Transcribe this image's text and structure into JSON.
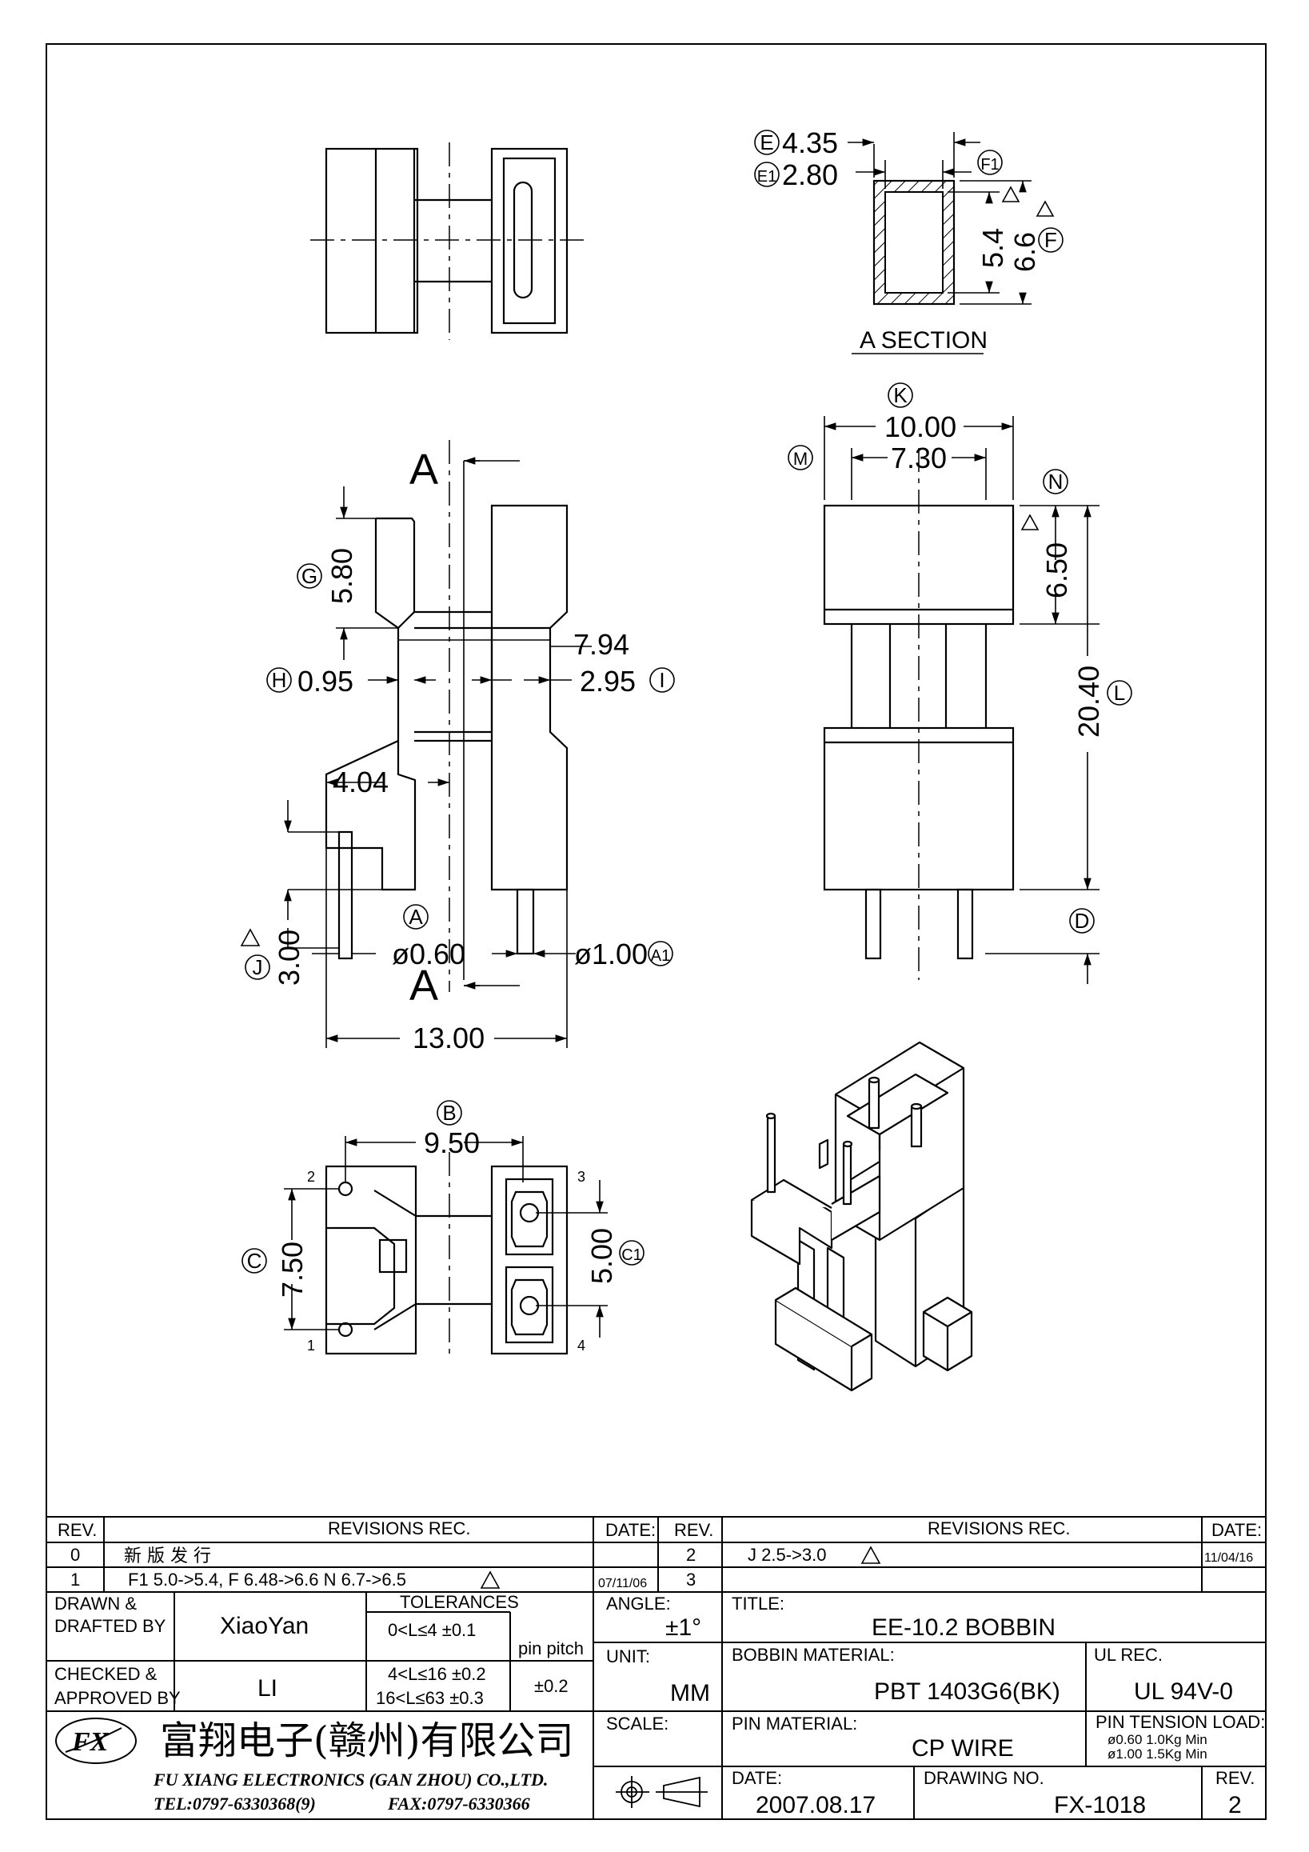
{
  "a_section": {
    "e_label": "E",
    "e_value": "4.35",
    "e1_label": "E1",
    "e1_value": "2.80",
    "f1_label": "F1",
    "f_label": "F",
    "dim_inner": "5.4",
    "dim_outer": "6.6",
    "caption": "A SECTION"
  },
  "side_view": {
    "section_mark": "A",
    "g_label": "G",
    "g_value": "5.80",
    "h_label": "H",
    "h_value": "0.95",
    "width_794": "7.94",
    "i_label": "I",
    "i_value": "2.95",
    "value_404": "4.04",
    "a_label": "A",
    "pin_small": "ø0.60",
    "a1_label": "A1",
    "pin_large": "ø1.00",
    "j_label": "J",
    "j_value": "3.00",
    "overall_width": "13.00"
  },
  "front_view": {
    "k_label": "K",
    "k_value": "10.00",
    "m_label": "M",
    "m_value": "7.30",
    "n_label": "N",
    "n_value": "6.50",
    "l_label": "L",
    "l_value": "20.40",
    "d_label": "D"
  },
  "bottom_view": {
    "b_label": "B",
    "b_value": "9.50",
    "c_label": "C",
    "c_value": "7.50",
    "c1_label": "C1",
    "c1_value": "5.00",
    "pins": [
      "1",
      "2",
      "3",
      "4"
    ]
  },
  "revisions_left": {
    "col_rev": "REV.",
    "col_rec": "REVISIONS   REC.",
    "col_date": "DATE:",
    "rows": [
      {
        "rev": "0",
        "text": "新 版 发 行",
        "date": ""
      },
      {
        "rev": "1",
        "text": "F1 5.0->5.4, F 6.48->6.6  N  6.7->6.5",
        "date": "07/11/06"
      }
    ]
  },
  "revisions_right": {
    "col_rev": "REV.",
    "col_rec": "REVISIONS   REC.",
    "col_date": "DATE:",
    "rows": [
      {
        "rev": "2",
        "text": "J  2.5->3.0",
        "date": "11/04/16"
      },
      {
        "rev": "3",
        "text": "",
        "date": ""
      }
    ]
  },
  "title_block": {
    "drawn_label_1": "DRAWN  &",
    "drawn_label_2": "DRAFTED BY",
    "drawn_value": "XiaoYan",
    "checked_label_1": "CHECKED  &",
    "checked_label_2": "APPROVED  BY",
    "checked_value": "LI",
    "tolerances_title": "TOLERANCES",
    "tolerances": [
      "0<L≤4    ±0.1",
      "4<L≤16  ±0.2",
      "16<L≤63  ±0.3"
    ],
    "pin_pitch_label": "pin  pitch",
    "pin_pitch_value": "±0.2",
    "angle_label": "ANGLE:",
    "angle_value": "±1°",
    "unit_label": "UNIT:",
    "unit_value": "MM",
    "scale_label": "SCALE:",
    "title_label": "TITLE:",
    "title_value": "EE-10.2  BOBBIN",
    "bobbin_material_label": "BOBBIN  MATERIAL:",
    "bobbin_material_value": "PBT  1403G6(BK)",
    "ul_label": "UL  REC.",
    "ul_value": "UL  94V-0",
    "pin_material_label": "PIN  MATERIAL:",
    "pin_material_value": "CP  WIRE",
    "pin_tension_label": "PIN  TENSION  LOAD:",
    "pin_tension_1": "ø0.60  1.0Kg  Min",
    "pin_tension_2": "ø1.00  1.5Kg  Min",
    "date_label": "DATE:",
    "date_value": "2007.08.17",
    "drawing_no_label": "DRAWING  NO.",
    "drawing_no_value": "FX-1018",
    "rev_label": "REV.",
    "rev_value": "2",
    "company_cn": "富翔电子(赣州)有限公司",
    "company_en": "FU  XIANG  ELECTRONICS  (GAN  ZHOU)  CO.,LTD.",
    "tel": "TEL:0797-6330368(9)",
    "fax": "FAX:0797-6330366",
    "logo": "FX"
  }
}
